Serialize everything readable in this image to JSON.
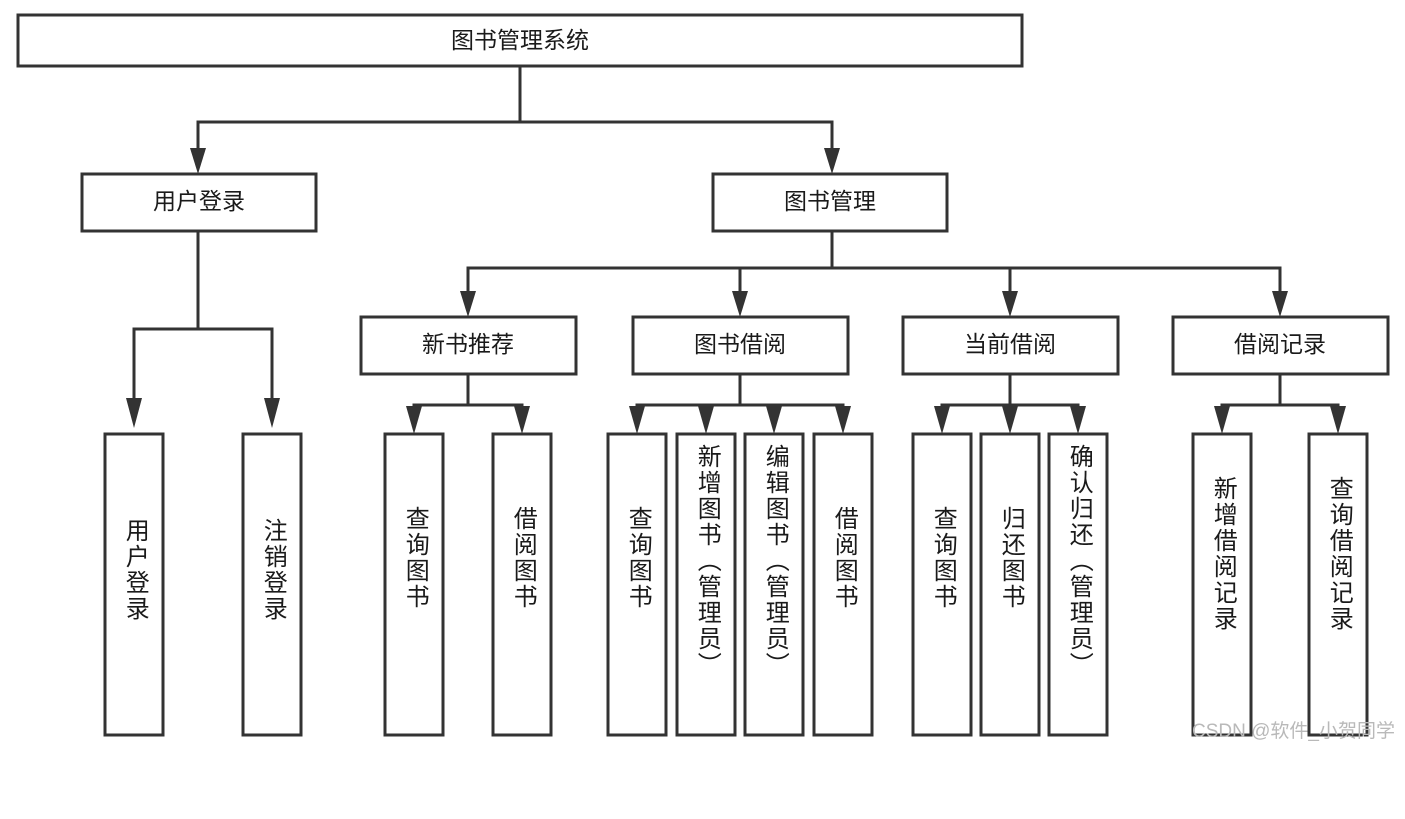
{
  "diagram": {
    "type": "tree-hierarchy",
    "title_node": {
      "id": "root",
      "label": "图书管理系统"
    },
    "level1": [
      {
        "id": "user-login",
        "label": "用户登录"
      },
      {
        "id": "book-manage",
        "label": "图书管理"
      }
    ],
    "level2": [
      {
        "id": "new-book-recommend",
        "label": "新书推荐",
        "parent": "book-manage"
      },
      {
        "id": "book-borrow",
        "label": "图书借阅",
        "parent": "book-manage"
      },
      {
        "id": "current-borrow",
        "label": "当前借阅",
        "parent": "book-manage"
      },
      {
        "id": "borrow-record",
        "label": "借阅记录",
        "parent": "book-manage"
      }
    ],
    "leaves": [
      {
        "id": "leaf-user-login",
        "label": "用户登录",
        "parent": "user-login"
      },
      {
        "id": "leaf-logout-login",
        "label": "注销登录",
        "parent": "user-login"
      },
      {
        "id": "leaf-query-book-1",
        "label": "查询图书",
        "parent": "new-book-recommend"
      },
      {
        "id": "leaf-borrow-book-1",
        "label": "借阅图书",
        "parent": "new-book-recommend"
      },
      {
        "id": "leaf-query-book-2",
        "label": "查询图书",
        "parent": "book-borrow"
      },
      {
        "id": "leaf-add-book",
        "label": "新增图书（管理员）",
        "parent": "book-borrow"
      },
      {
        "id": "leaf-edit-book",
        "label": "编辑图书（管理员）",
        "parent": "book-borrow"
      },
      {
        "id": "leaf-borrow-book-2",
        "label": "借阅图书",
        "parent": "book-borrow"
      },
      {
        "id": "leaf-query-book-3",
        "label": "查询图书",
        "parent": "current-borrow"
      },
      {
        "id": "leaf-return-book",
        "label": "归还图书",
        "parent": "current-borrow"
      },
      {
        "id": "leaf-confirm-return",
        "label": "确认归还（管理员）",
        "parent": "current-borrow"
      },
      {
        "id": "leaf-add-record",
        "label": "新增借阅记录",
        "parent": "borrow-record"
      },
      {
        "id": "leaf-query-record",
        "label": "查询借阅记录",
        "parent": "borrow-record"
      }
    ],
    "colors": {
      "stroke": "#333333",
      "box_fill": "#ffffff",
      "text": "#1a1a1a",
      "watermark": "#b9b9b9",
      "background": "#ffffff"
    }
  },
  "watermark": {
    "text": "CSDN @软件_小贺同学"
  }
}
